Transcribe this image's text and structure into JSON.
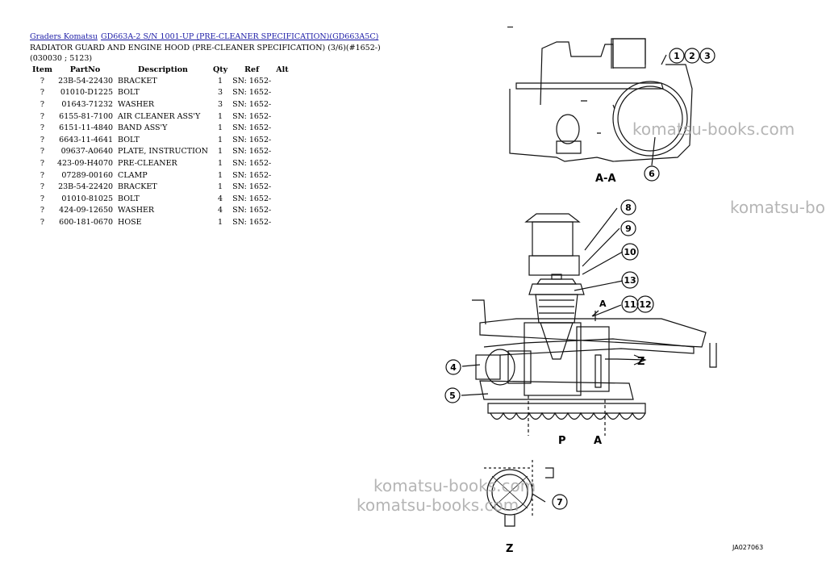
{
  "breadcrumb": {
    "link1": "Graders Komatsu",
    "link2": "GD663A-2 S/N 1001-UP (PRE-CLEANER SPECIFICATION)(GD663A5C)"
  },
  "title": "RADIATOR GUARD AND ENGINE HOOD (PRE-CLEANER SPECIFICATION) (3/6)(#1652-)(030030 ; 5123)",
  "table": {
    "headers": [
      "Item",
      "PartNo",
      "Description",
      "Qty",
      "Ref",
      "Alt"
    ],
    "rows": [
      {
        "item": "?",
        "part": "23B-54-22430",
        "desc": "BRACKET",
        "qty": "1",
        "ref": "SN: 1652-",
        "alt": ""
      },
      {
        "item": "?",
        "part": "01010-D1225",
        "desc": "BOLT",
        "qty": "3",
        "ref": "SN: 1652-",
        "alt": ""
      },
      {
        "item": "?",
        "part": "01643-71232",
        "desc": "WASHER",
        "qty": "3",
        "ref": "SN: 1652-",
        "alt": ""
      },
      {
        "item": "?",
        "part": "6155-81-7100",
        "desc": "AIR CLEANER ASS'Y",
        "qty": "1",
        "ref": "SN: 1652-",
        "alt": ""
      },
      {
        "item": "?",
        "part": "6151-11-4840",
        "desc": "BAND ASS'Y",
        "qty": "1",
        "ref": "SN: 1652-",
        "alt": ""
      },
      {
        "item": "?",
        "part": "6643-11-4641",
        "desc": "BOLT",
        "qty": "1",
        "ref": "SN: 1652-",
        "alt": ""
      },
      {
        "item": "?",
        "part": "09637-A0640",
        "desc": "PLATE, INSTRUCTION",
        "qty": "1",
        "ref": "SN: 1652-",
        "alt": ""
      },
      {
        "item": "?",
        "part": "423-09-H4070",
        "desc": "PRE-CLEANER",
        "qty": "1",
        "ref": "SN: 1652-",
        "alt": ""
      },
      {
        "item": "?",
        "part": "07289-00160",
        "desc": "CLAMP",
        "qty": "1",
        "ref": "SN: 1652-",
        "alt": ""
      },
      {
        "item": "?",
        "part": "23B-54-22420",
        "desc": "BRACKET",
        "qty": "1",
        "ref": "SN: 1652-",
        "alt": ""
      },
      {
        "item": "?",
        "part": "01010-81025",
        "desc": "BOLT",
        "qty": "4",
        "ref": "SN: 1652-",
        "alt": ""
      },
      {
        "item": "?",
        "part": "424-09-12650",
        "desc": "WASHER",
        "qty": "4",
        "ref": "SN: 1652-",
        "alt": ""
      },
      {
        "item": "?",
        "part": "600-181-0670",
        "desc": "HOSE",
        "qty": "1",
        "ref": "SN: 1652-",
        "alt": ""
      }
    ]
  },
  "figure": {
    "callouts": [
      "1",
      "2",
      "3",
      "6",
      "8",
      "9",
      "10",
      "13",
      "11",
      "12",
      "4",
      "5",
      "7"
    ],
    "labels": {
      "section": "A-A",
      "z_arrow": "Z",
      "a_top": "A",
      "p": "P",
      "a_bottom": "A",
      "z_view": "Z"
    },
    "code": "JA027063"
  },
  "watermark": "komatsu-books.com"
}
